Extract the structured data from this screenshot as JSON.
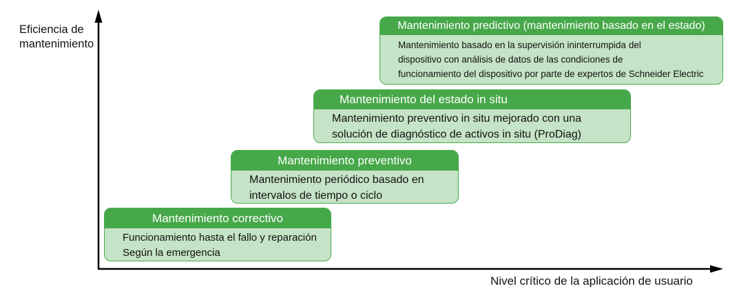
{
  "axes": {
    "y_label_lines": [
      "Eficiencia de",
      "mantenimiento"
    ],
    "x_label": "Nivel crítico de la aplicación de usuario"
  },
  "colors": {
    "header_green": "#47a84a",
    "body_green": "#c5e3c6",
    "axis": "#000000"
  },
  "stages": [
    {
      "title": "Mantenimiento correctivo",
      "lines": [
        "Funcionamiento hasta el fallo y reparación",
        "Según la emergencia"
      ]
    },
    {
      "title": "Mantenimiento preventivo",
      "lines": [
        "Mantenimiento periódico basado en",
        "intervalos de tiempo o ciclo"
      ]
    },
    {
      "title": "Mantenimiento del estado in situ",
      "lines": [
        "Mantenimiento preventivo in situ mejorado con una",
        "solución de diagnóstico de activos in situ (ProDiag)"
      ]
    },
    {
      "title": "Mantenimiento predictivo (mantenimiento basado en el estado)",
      "lines": [
        "Mantenimiento basado en la supervisión ininterrumpida del",
        "dispositivo con análisis de datos de las condiciones de",
        "funcionamiento del dispositivo por parte de expertos de Schneider Electric"
      ]
    }
  ]
}
